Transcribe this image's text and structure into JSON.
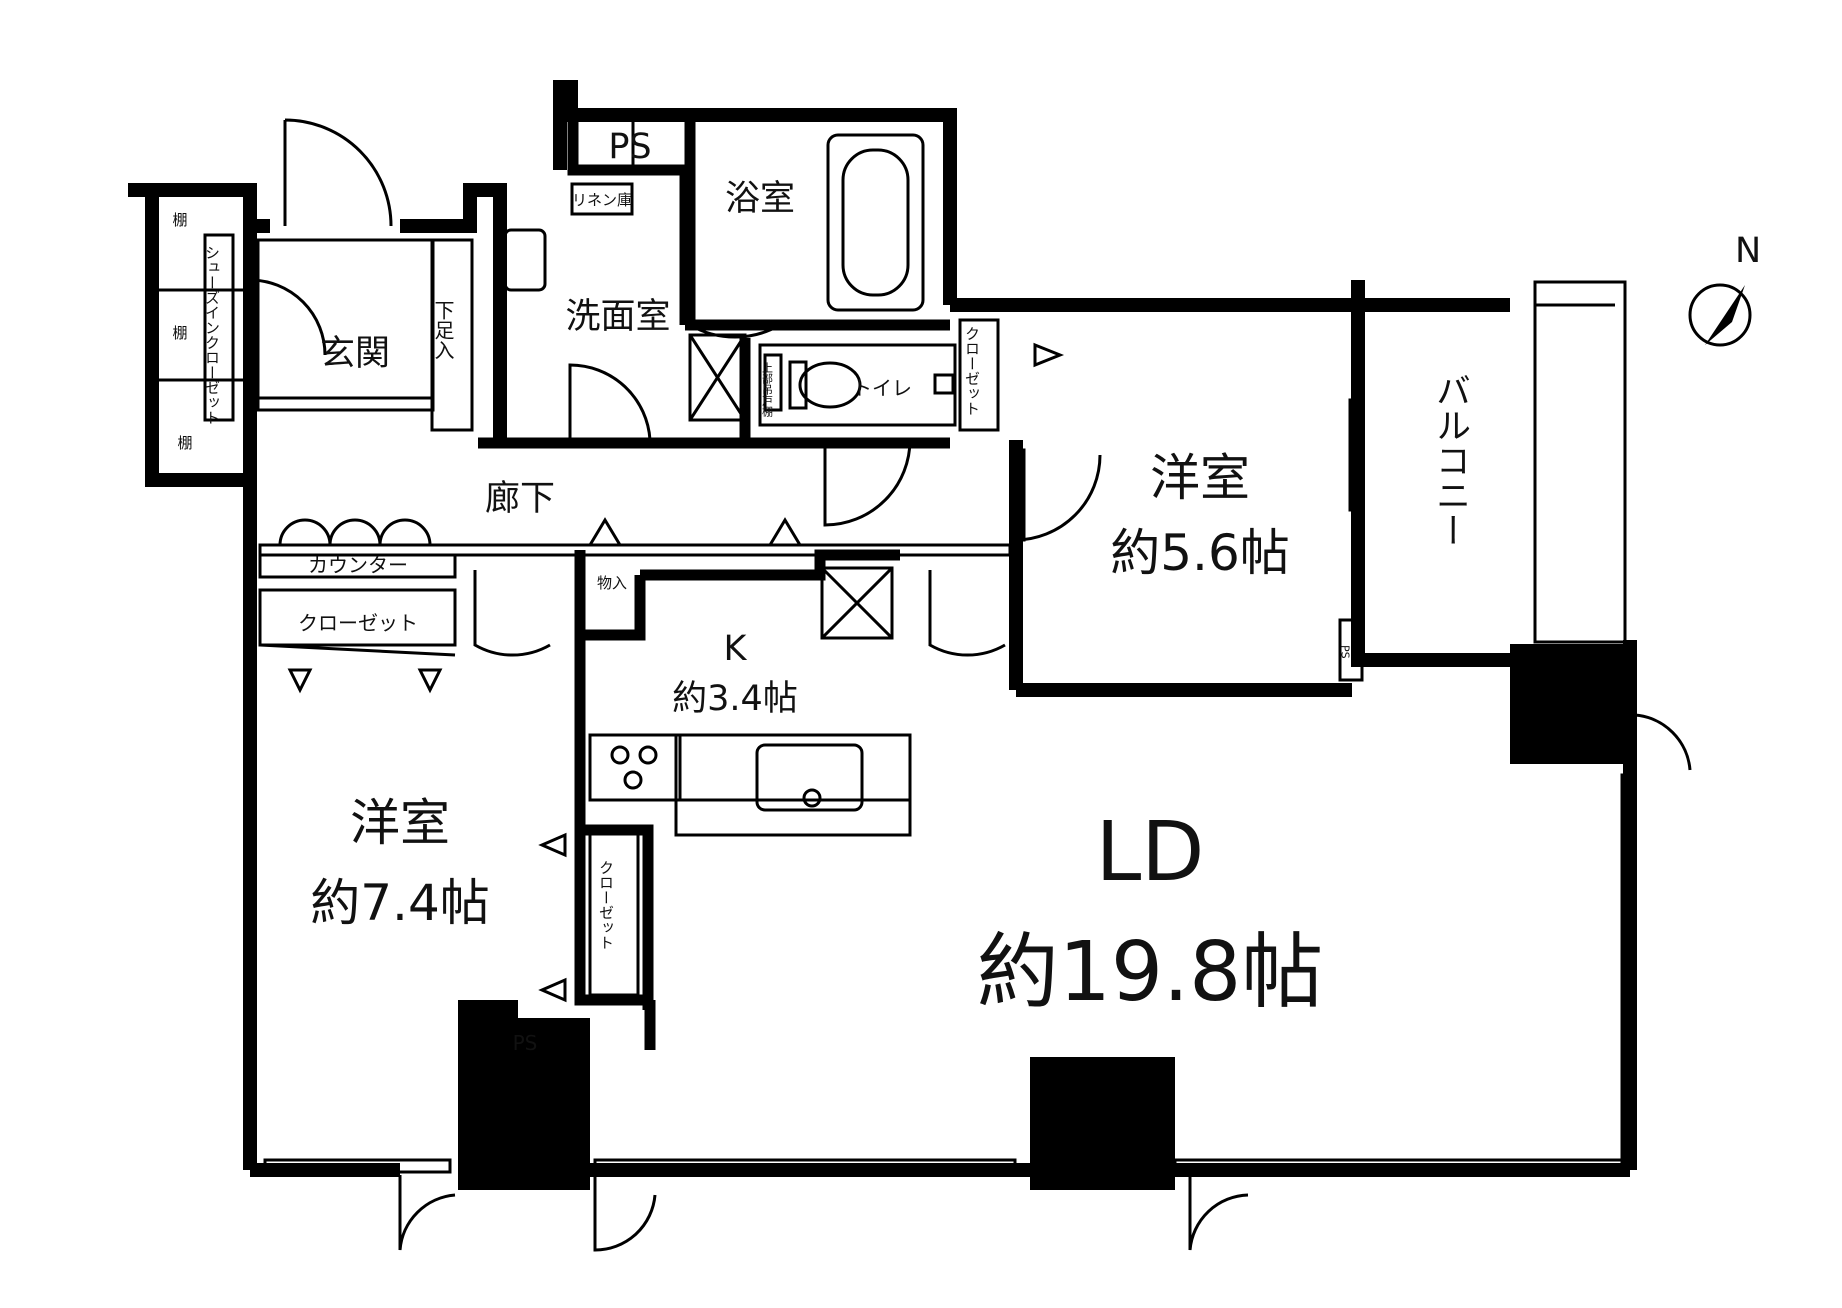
{
  "rooms": {
    "ld": {
      "name": "LD",
      "size": "約19.8帖"
    },
    "western_large": {
      "name": "洋室",
      "size": "約7.4帖"
    },
    "western_small": {
      "name": "洋室",
      "size": "約5.6帖"
    },
    "kitchen": {
      "name": "K",
      "size": "約3.4帖"
    },
    "entrance": {
      "name": "玄関"
    },
    "washroom": {
      "name": "洗面室"
    },
    "bathroom": {
      "name": "浴室"
    },
    "toilet": {
      "name": "トイレ"
    },
    "hallway": {
      "name": "廊下"
    },
    "balcony": {
      "name": "バルコニー"
    }
  },
  "storage": {
    "ps_top": "PS",
    "ps_bottom": "PS",
    "ps_balcony": "PS",
    "linen": "リネン庫",
    "shoes_closet": "シューズインクローゼット",
    "shelf_1": "棚",
    "shelf_2": "棚",
    "shelf_3": "棚",
    "geta_storage": "下足入",
    "upper_cabinet": "上部吊戸棚",
    "closet_toilet": "クローゼット",
    "counter": "カウンター",
    "closet_western_large": "クローゼット",
    "closet_vertical": "クローゼット",
    "storage_small": "物入"
  },
  "compass": {
    "label": "N"
  }
}
